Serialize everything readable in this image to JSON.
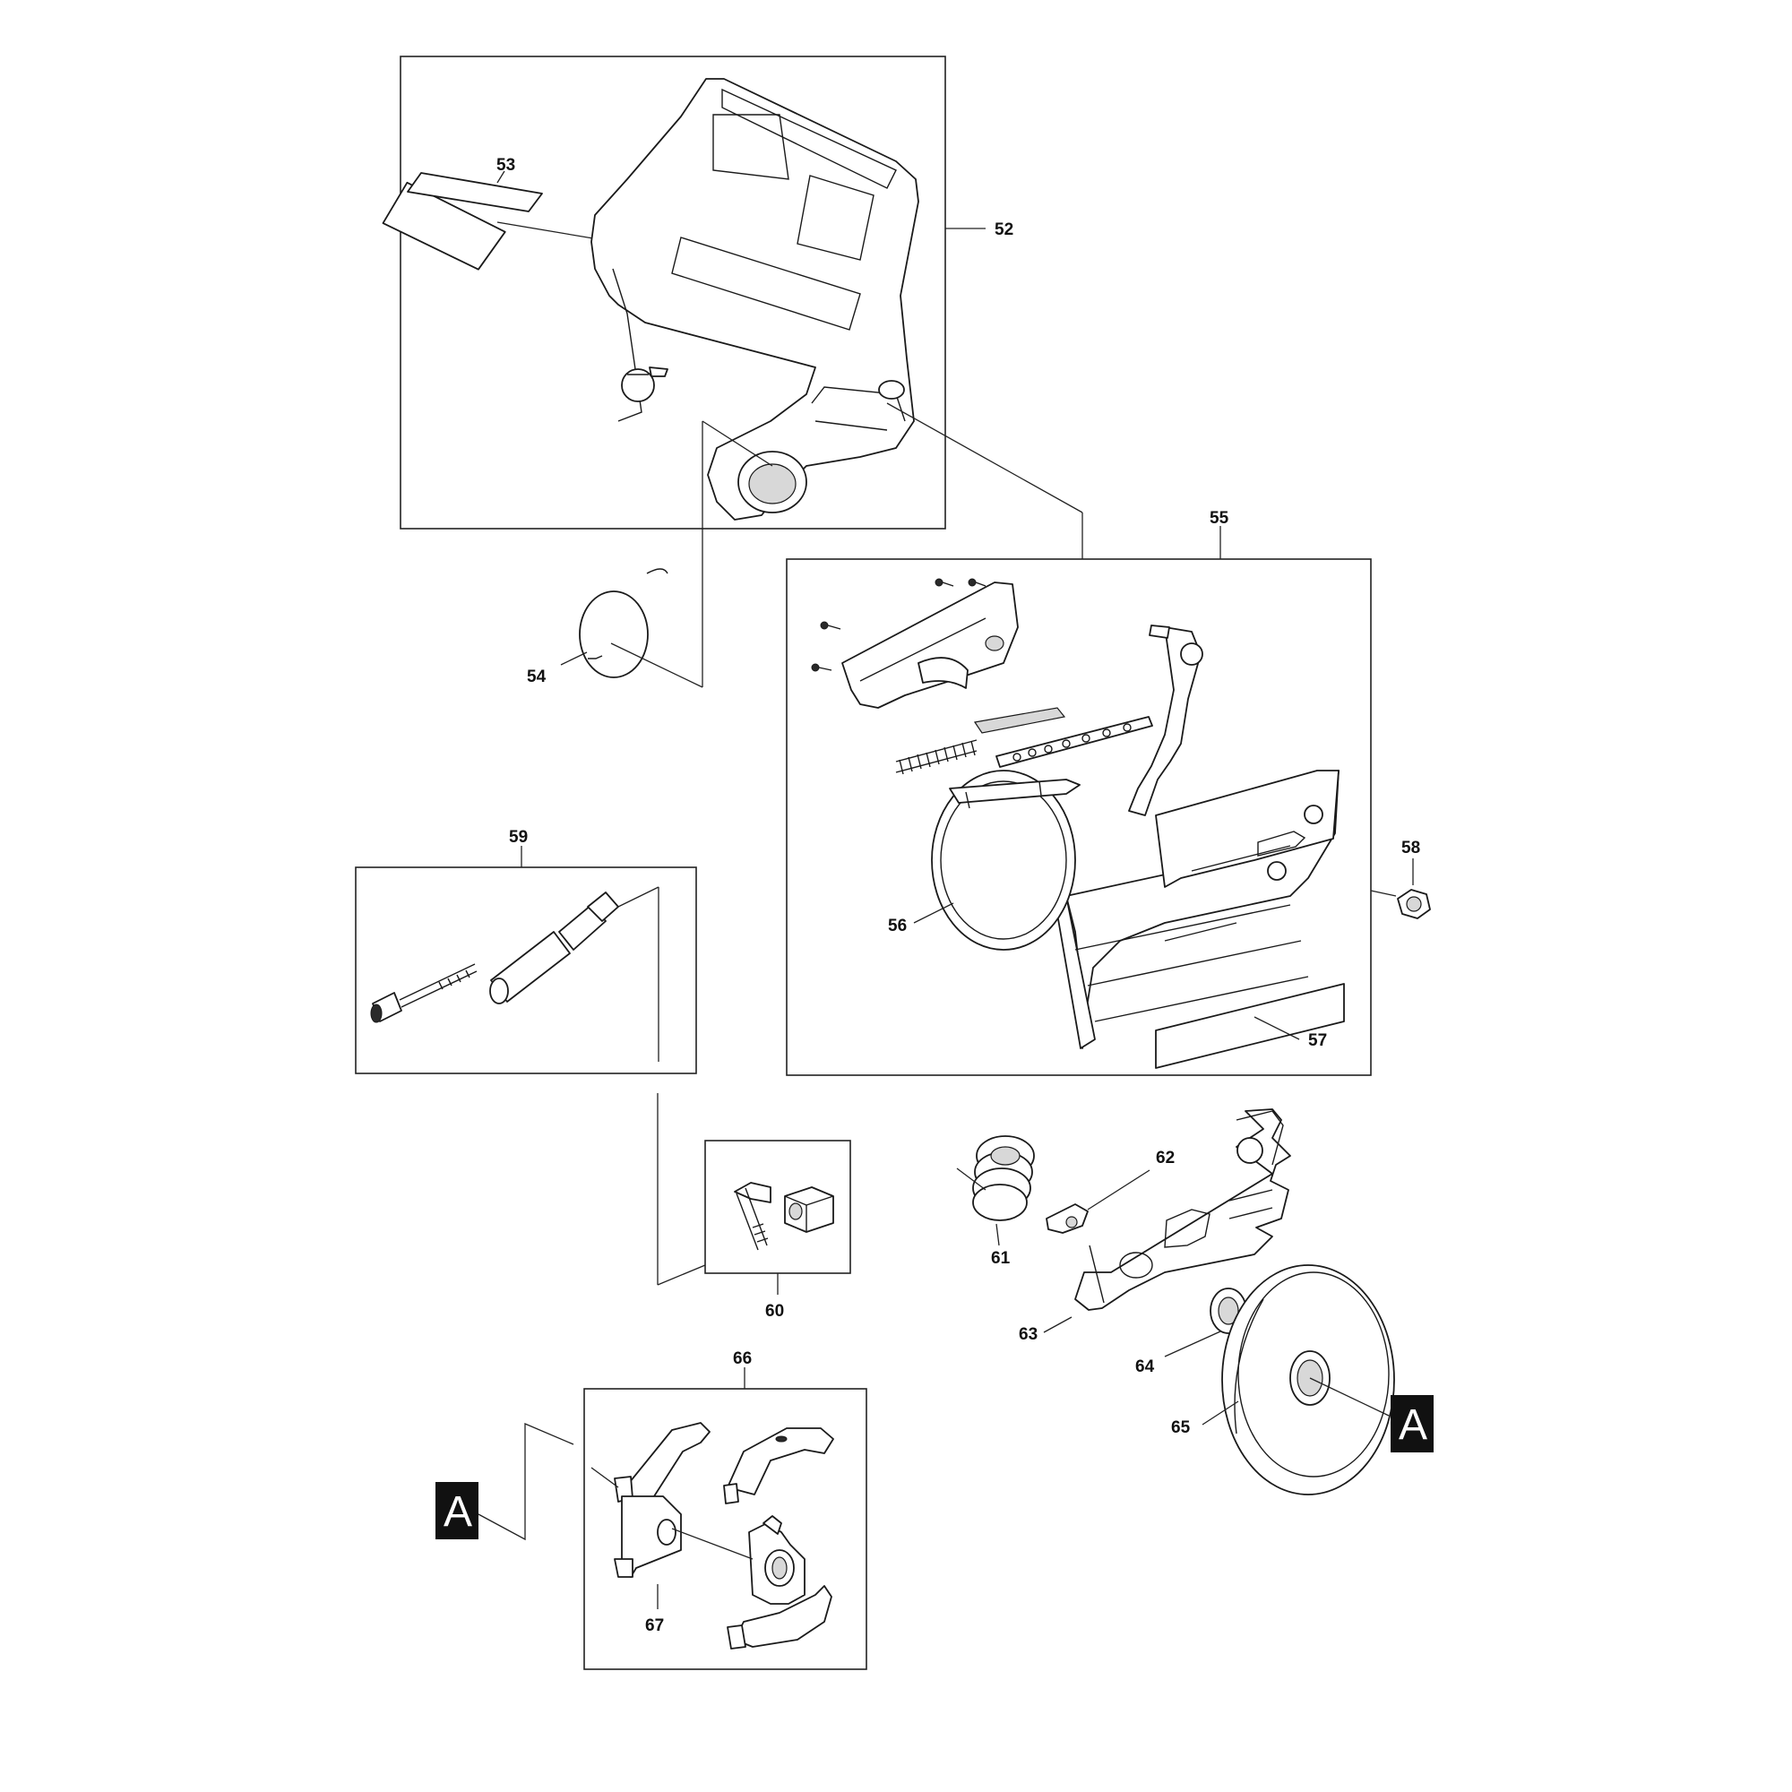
{
  "parts": {
    "p52": "52",
    "p53": "53",
    "p54": "54",
    "p55": "55",
    "p56": "56",
    "p57": "57",
    "p58": "58",
    "p59": "59",
    "p60": "60",
    "p61": "61",
    "p62": "62",
    "p63": "63",
    "p64": "64",
    "p65": "65",
    "p66": "66",
    "p67": "67"
  },
  "ref_marks": {
    "a_right": "A",
    "a_left": "A"
  }
}
